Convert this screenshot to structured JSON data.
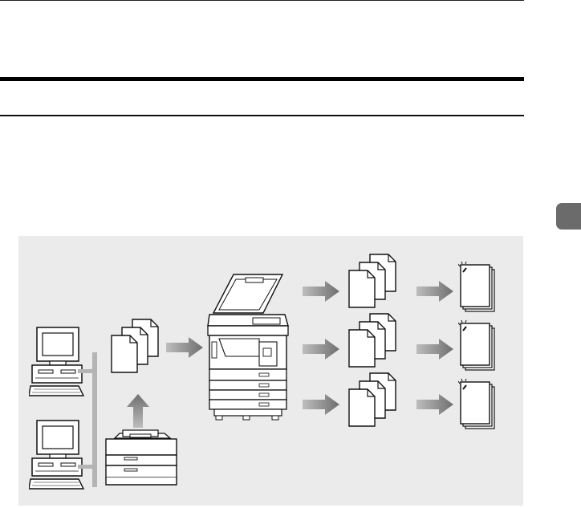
{
  "page": {
    "rules": [
      "top-rule",
      "section-rule-thick",
      "section-rule-thin"
    ],
    "section_tab": {
      "color": "#6b6b6b"
    }
  },
  "diagram": {
    "background": "#ebebeb",
    "components": [
      {
        "name": "computer-1",
        "icon": "computer-icon"
      },
      {
        "name": "computer-2",
        "icon": "computer-icon"
      },
      {
        "name": "network-line",
        "icon": "network-line"
      },
      {
        "name": "original-documents",
        "icon": "document-stack-icon"
      },
      {
        "name": "scanner",
        "icon": "scanner-icon"
      },
      {
        "name": "copier-printer",
        "icon": "copier-icon"
      },
      {
        "name": "output-stacks",
        "icon": "document-stack-icon",
        "count": 3
      },
      {
        "name": "stapled-sets",
        "icon": "stapled-document-icon",
        "count": 3
      }
    ],
    "arrow_color": "#7a7a7a"
  }
}
